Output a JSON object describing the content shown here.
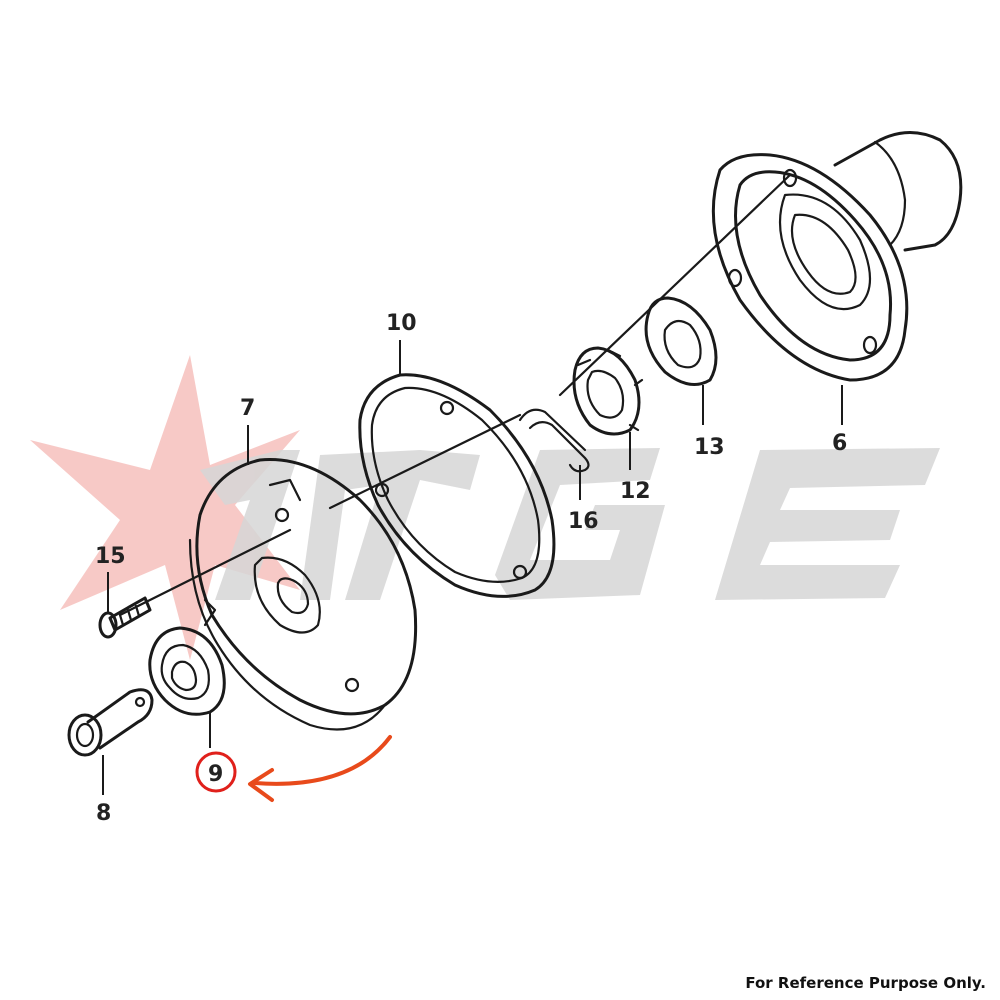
{
  "watermark": {
    "brand": "MGE",
    "color": "#d9d9d9",
    "star_color": "#f4b7b3"
  },
  "parts": {
    "p6": "6",
    "p7": "7",
    "p8": "8",
    "p9": "9",
    "p10": "10",
    "p12": "12",
    "p13": "13",
    "p15": "15",
    "p16": "16"
  },
  "highlight": {
    "part": "9",
    "color": "#e0201b"
  },
  "footer": {
    "note": "For Reference Purpose Only."
  }
}
